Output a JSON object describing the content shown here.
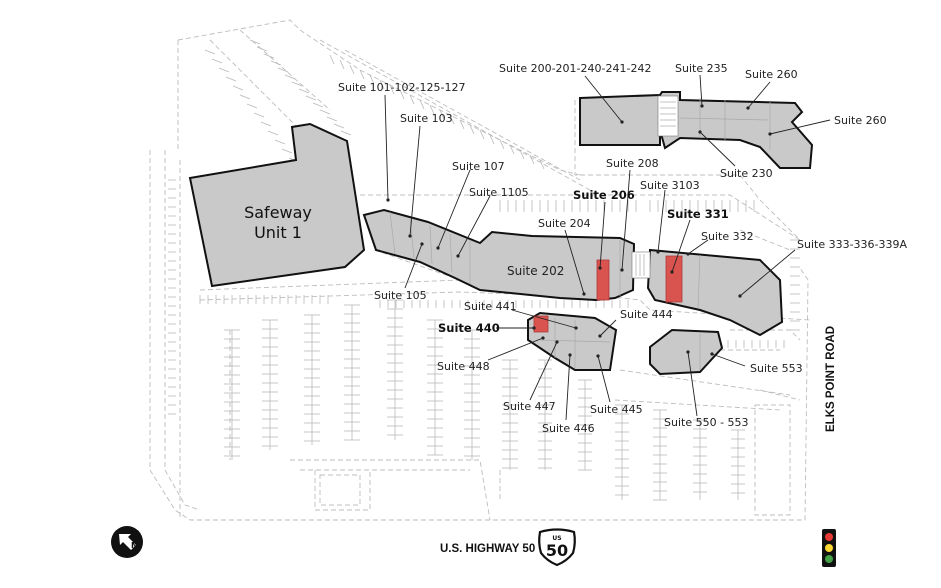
{
  "anchor": {
    "line1": "Safeway",
    "line2": "Unit 1"
  },
  "suites": [
    {
      "id": "s101",
      "label": "Suite 101-102-125-127",
      "bold": false
    },
    {
      "id": "s103",
      "label": "Suite 103",
      "bold": false
    },
    {
      "id": "s107",
      "label": "Suite 107",
      "bold": false
    },
    {
      "id": "s1105",
      "label": "Suite 1105",
      "bold": false
    },
    {
      "id": "s105",
      "label": "Suite 105",
      "bold": false
    },
    {
      "id": "s200",
      "label": "Suite 200-201-240-241-242",
      "bold": false
    },
    {
      "id": "s235",
      "label": "Suite 235",
      "bold": false
    },
    {
      "id": "s260a",
      "label": "Suite 260",
      "bold": false
    },
    {
      "id": "s260b",
      "label": "Suite 260",
      "bold": false
    },
    {
      "id": "s230",
      "label": "Suite 230",
      "bold": false
    },
    {
      "id": "s208",
      "label": "Suite 208",
      "bold": false
    },
    {
      "id": "s206",
      "label": "Suite 206",
      "bold": true
    },
    {
      "id": "s3103",
      "label": "Suite 3103",
      "bold": false
    },
    {
      "id": "s331",
      "label": "Suite 331",
      "bold": true
    },
    {
      "id": "s204",
      "label": "Suite 204",
      "bold": false
    },
    {
      "id": "s332",
      "label": "Suite 332",
      "bold": false
    },
    {
      "id": "s333",
      "label": "Suite 333-336-339A",
      "bold": false
    },
    {
      "id": "s202",
      "label": "Suite 202",
      "bold": false
    },
    {
      "id": "s441",
      "label": "Suite 441",
      "bold": false
    },
    {
      "id": "s440",
      "label": "Suite 440",
      "bold": true
    },
    {
      "id": "s444",
      "label": "Suite 444",
      "bold": false
    },
    {
      "id": "s448",
      "label": "Suite 448",
      "bold": false
    },
    {
      "id": "s447",
      "label": "Suite 447",
      "bold": false
    },
    {
      "id": "s445",
      "label": "Suite 445",
      "bold": false
    },
    {
      "id": "s446",
      "label": "Suite 446",
      "bold": false
    },
    {
      "id": "s553",
      "label": "Suite 553",
      "bold": false
    },
    {
      "id": "s550",
      "label": "Suite 550 - 553",
      "bold": false
    }
  ],
  "roads": {
    "highway": "U.S. HIGHWAY 50",
    "side": "ELKS POINT ROAD"
  },
  "shield": {
    "top": "US",
    "number": "50"
  },
  "colors": {
    "building": "#c9c9c9",
    "highlight": "#d9534f",
    "outline": "#111111",
    "lot": "#bdbdbd"
  },
  "icons": [
    "north-arrow-icon",
    "highway-shield-icon",
    "traffic-light-icon"
  ]
}
